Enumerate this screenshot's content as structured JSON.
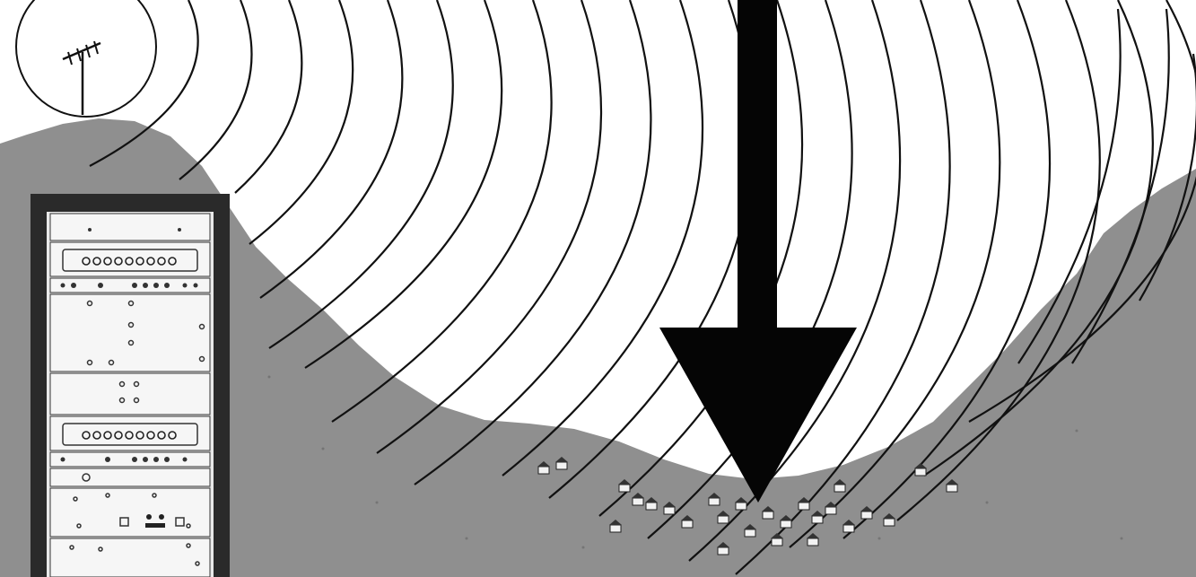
{
  "scene": {
    "description_icons": [
      "antenna-icon",
      "radio-wave-arcs",
      "mountain-terrain",
      "equipment-rack",
      "down-arrow-icon",
      "village-houses"
    ],
    "colors": {
      "sky": "#ffffff",
      "terrain": "#8f8f8f",
      "terrain_dark": "#7d7d7d",
      "rack_frame": "#2a2a2a",
      "panel": "#f4f4f4",
      "ink": "#111111",
      "arrow": "#050505"
    }
  }
}
